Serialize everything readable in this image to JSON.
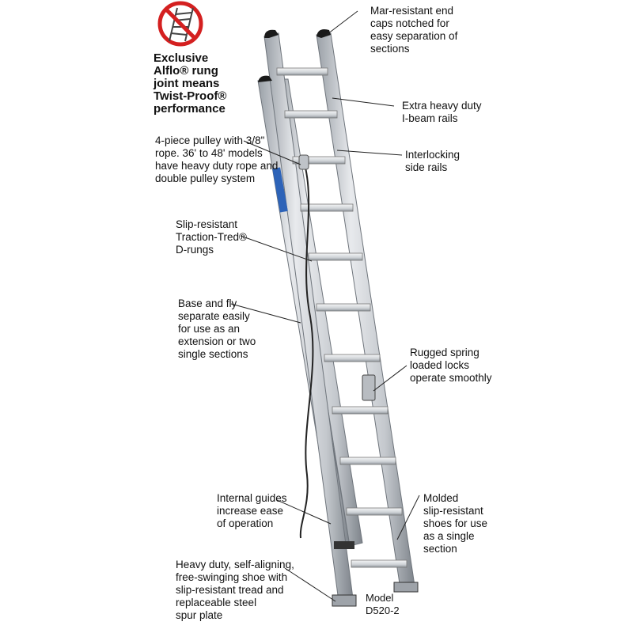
{
  "badge": {
    "icon": "no-twist-icon",
    "text": "Exclusive\nAlflo® rung\njoint means\nTwist-Proof®\nperformance"
  },
  "callouts": {
    "end_caps": "Mar-resistant end\ncaps notched for\neasy separation of\nsections",
    "i_beam": "Extra heavy duty\nI-beam rails",
    "pulley": "4-piece pulley with 3/8\"\nrope. 36' to 48' models\nhave heavy duty rope and\ndouble pulley system",
    "interlocking": "Interlocking\nside rails",
    "d_rungs": "Slip-resistant\nTraction-Tred®\nD-rungs",
    "separate": "Base and fly\nseparate easily\nfor use as an\nextension or two\nsingle sections",
    "locks": "Rugged spring\nloaded locks\noperate smoothly",
    "guides": "Internal guides\nincrease ease\nof operation",
    "molded_shoes": "Molded\nslip-resistant\nshoes for use\nas a single\nsection",
    "heavy_shoe": "Heavy duty, self-aligning,\nfree-swinging shoe with\nslip-resistant tread and\nreplaceable steel\nspur plate"
  },
  "model": "Model\nD520-2",
  "colors": {
    "rail": "#c9cdd2",
    "rail_dark": "#8d9299",
    "rung": "#dfe2e6",
    "cap": "#1a1a1a",
    "badge_red": "#d42020",
    "sticker_blue": "#2d63b8"
  }
}
